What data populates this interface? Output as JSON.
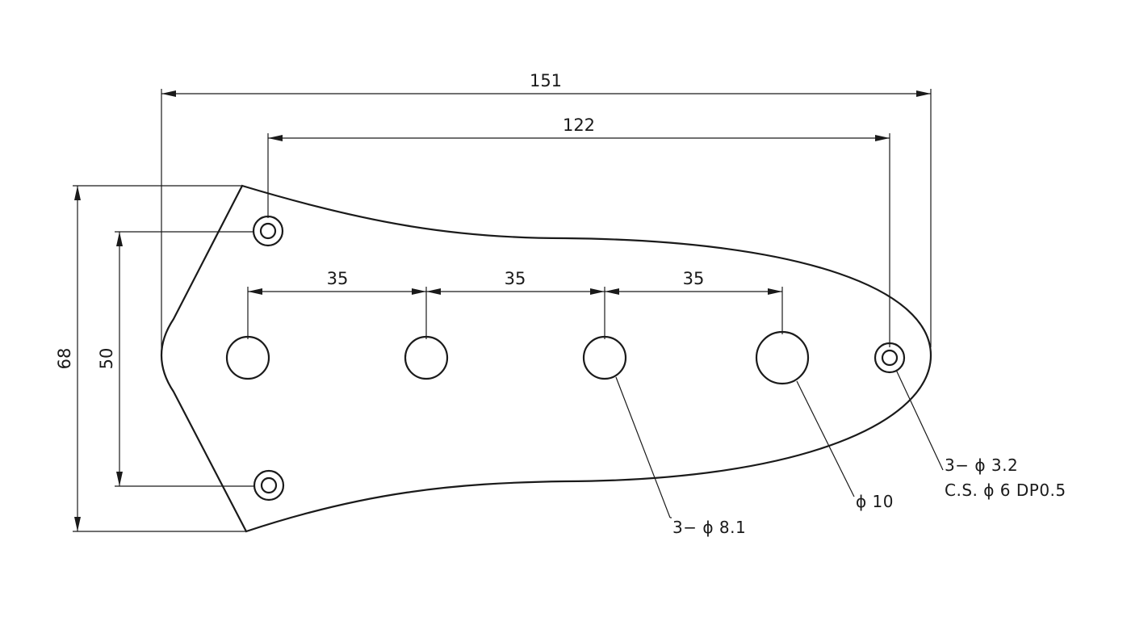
{
  "dimensions": {
    "overall_width": "151",
    "mount_hole_span": "122",
    "spacing_1": "35",
    "spacing_2": "35",
    "spacing_3": "35",
    "overall_height": "68",
    "mount_hole_vertical": "50"
  },
  "callouts": {
    "pot_holes": "3− ϕ 8.1",
    "jack_hole": "ϕ 10",
    "mount_holes_line1": "3− ϕ 3.2",
    "mount_holes_line2": "C.S.  ϕ 6 DP0.5"
  }
}
